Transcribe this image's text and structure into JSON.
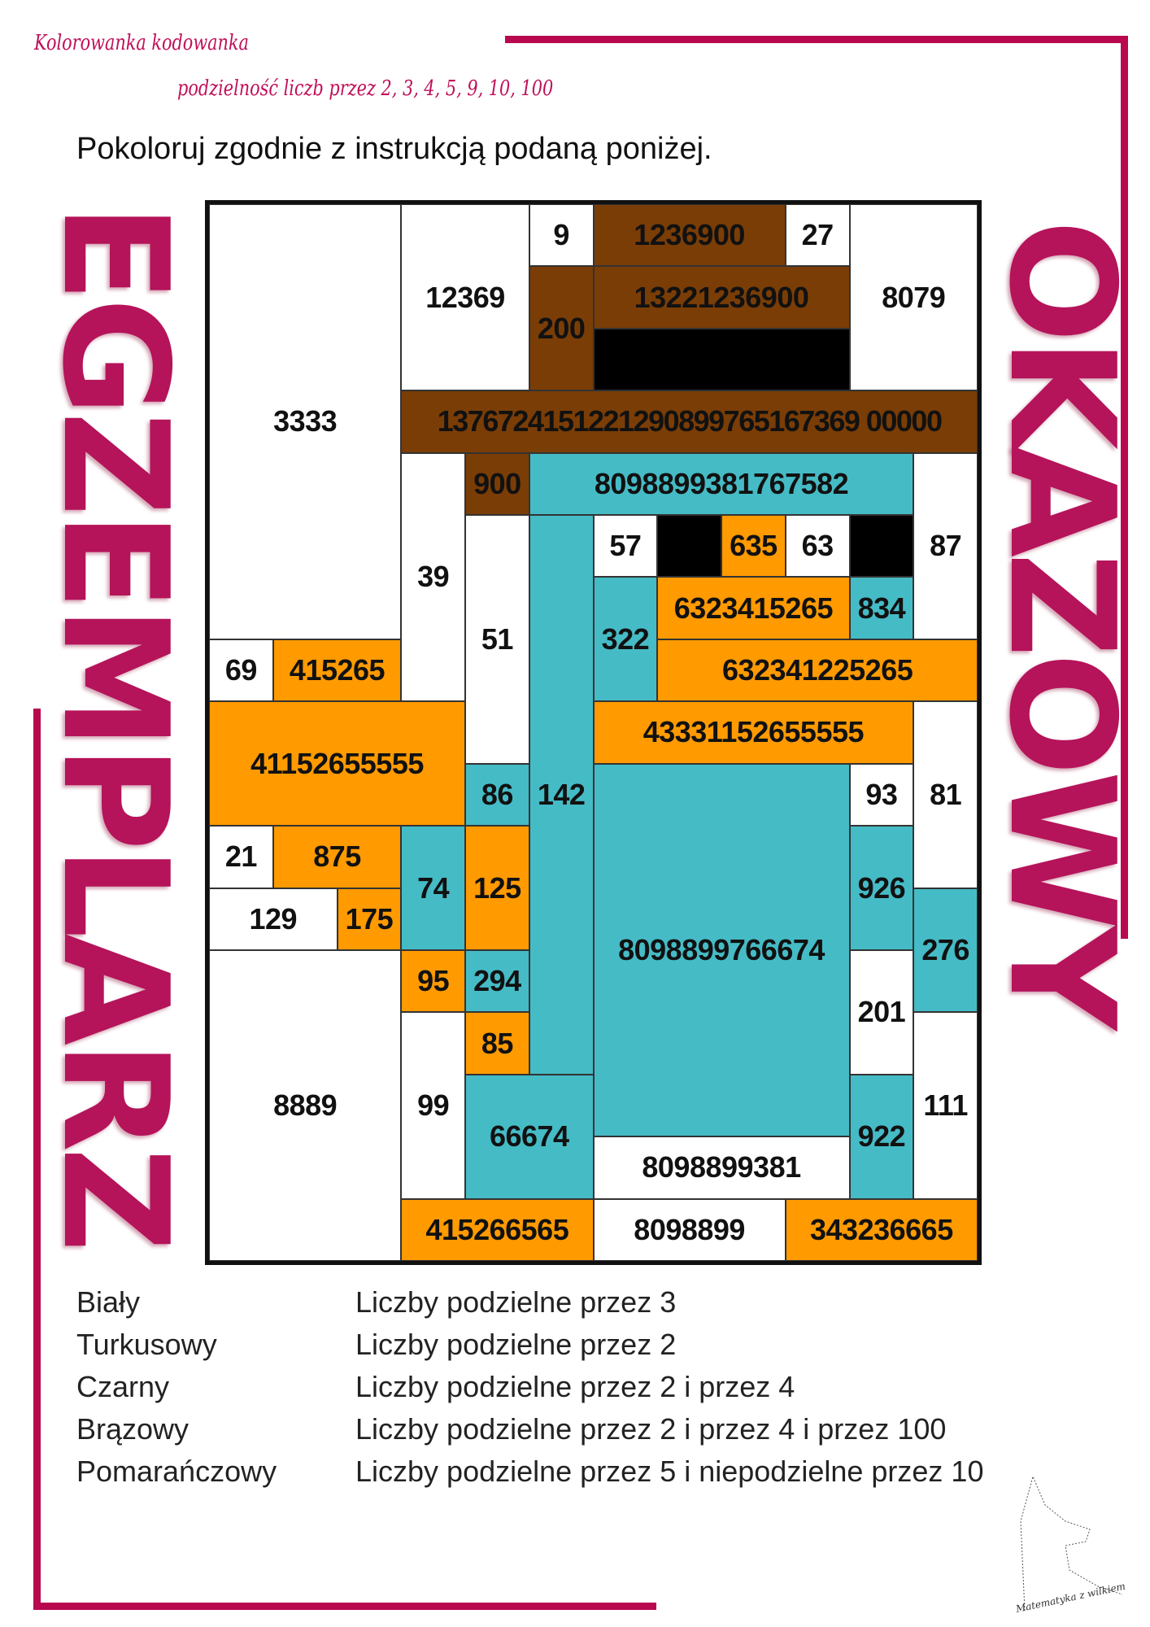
{
  "header": {
    "title": "Kolorowanka kodowanka",
    "subtitle": "podzielność liczb przez 2, 3, 4, 5, 9, 10, 100",
    "instruction": "Pokoloruj zgodnie z instrukcją podaną poniżej."
  },
  "colors": {
    "white": "#ffffff",
    "teal": "#45bbc6",
    "black": "#000000",
    "brown": "#7a3d06",
    "orange": "#ff9a00",
    "frame": "#b8094f"
  },
  "cells": [
    {
      "label": "3333",
      "color": "white"
    },
    {
      "label": "12369",
      "color": "white"
    },
    {
      "label": "9",
      "color": "white"
    },
    {
      "label": "1236900",
      "color": "brown"
    },
    {
      "label": "27",
      "color": "white"
    },
    {
      "label": "8079",
      "color": "white"
    },
    {
      "label": "200",
      "color": "brown"
    },
    {
      "label": "13221236900",
      "color": "brown"
    },
    {
      "label": "",
      "color": "black"
    },
    {
      "label": "1376724151221290899765167369 00000",
      "color": "brown"
    },
    {
      "label": "39",
      "color": "white"
    },
    {
      "label": "900",
      "color": "brown"
    },
    {
      "label": "8098899381767582",
      "color": "teal"
    },
    {
      "label": "87",
      "color": "white"
    },
    {
      "label": "51",
      "color": "white"
    },
    {
      "label": "142",
      "color": "teal"
    },
    {
      "label": "57",
      "color": "white"
    },
    {
      "label": "",
      "color": "black"
    },
    {
      "label": "635",
      "color": "orange"
    },
    {
      "label": "63",
      "color": "white"
    },
    {
      "label": "",
      "color": "black"
    },
    {
      "label": "322",
      "color": "teal"
    },
    {
      "label": "6323415265",
      "color": "orange"
    },
    {
      "label": "834",
      "color": "teal"
    },
    {
      "label": "632341225265",
      "color": "orange"
    },
    {
      "label": "69",
      "color": "white"
    },
    {
      "label": "415265",
      "color": "orange"
    },
    {
      "label": "41152655555",
      "color": "orange"
    },
    {
      "label": "43331152655555",
      "color": "orange"
    },
    {
      "label": "81",
      "color": "white"
    },
    {
      "label": "86",
      "color": "teal"
    },
    {
      "label": "8098899766674",
      "color": "teal"
    },
    {
      "label": "93",
      "color": "white"
    },
    {
      "label": "926",
      "color": "teal"
    },
    {
      "label": "21",
      "color": "white"
    },
    {
      "label": "875",
      "color": "orange"
    },
    {
      "label": "74",
      "color": "teal"
    },
    {
      "label": "125",
      "color": "orange"
    },
    {
      "label": "129",
      "color": "white"
    },
    {
      "label": "175",
      "color": "orange"
    },
    {
      "label": "276",
      "color": "teal"
    },
    {
      "label": "8889",
      "color": "white"
    },
    {
      "label": "95",
      "color": "orange"
    },
    {
      "label": "294",
      "color": "teal"
    },
    {
      "label": "201",
      "color": "white"
    },
    {
      "label": "111",
      "color": "white"
    },
    {
      "label": "99",
      "color": "white"
    },
    {
      "label": "85",
      "color": "orange"
    },
    {
      "label": "66674",
      "color": "teal"
    },
    {
      "label": "922",
      "color": "teal"
    },
    {
      "label": "8098899381",
      "color": "white"
    },
    {
      "label": "415266565",
      "color": "orange"
    },
    {
      "label": "8098899",
      "color": "white"
    },
    {
      "label": "343236665",
      "color": "orange"
    }
  ],
  "legend": [
    {
      "color": "Biały",
      "rule": "Liczby podzielne przez 3"
    },
    {
      "color": "Turkusowy",
      "rule": "Liczby podzielne przez 2"
    },
    {
      "color": "Czarny",
      "rule": "Liczby podzielne przez 2 i przez 4"
    },
    {
      "color": "Brązowy",
      "rule": "Liczby podzielne przez 2 i przez 4 i przez 100"
    },
    {
      "color": "Pomarańczowy",
      "rule": "Liczby podzielne przez 5 i niepodzielne przez 10"
    }
  ],
  "watermark": {
    "line1": "EGZEMPLARZ",
    "line2": "OKAZOWY"
  },
  "logo_text": "Matematyka z wilkiem"
}
